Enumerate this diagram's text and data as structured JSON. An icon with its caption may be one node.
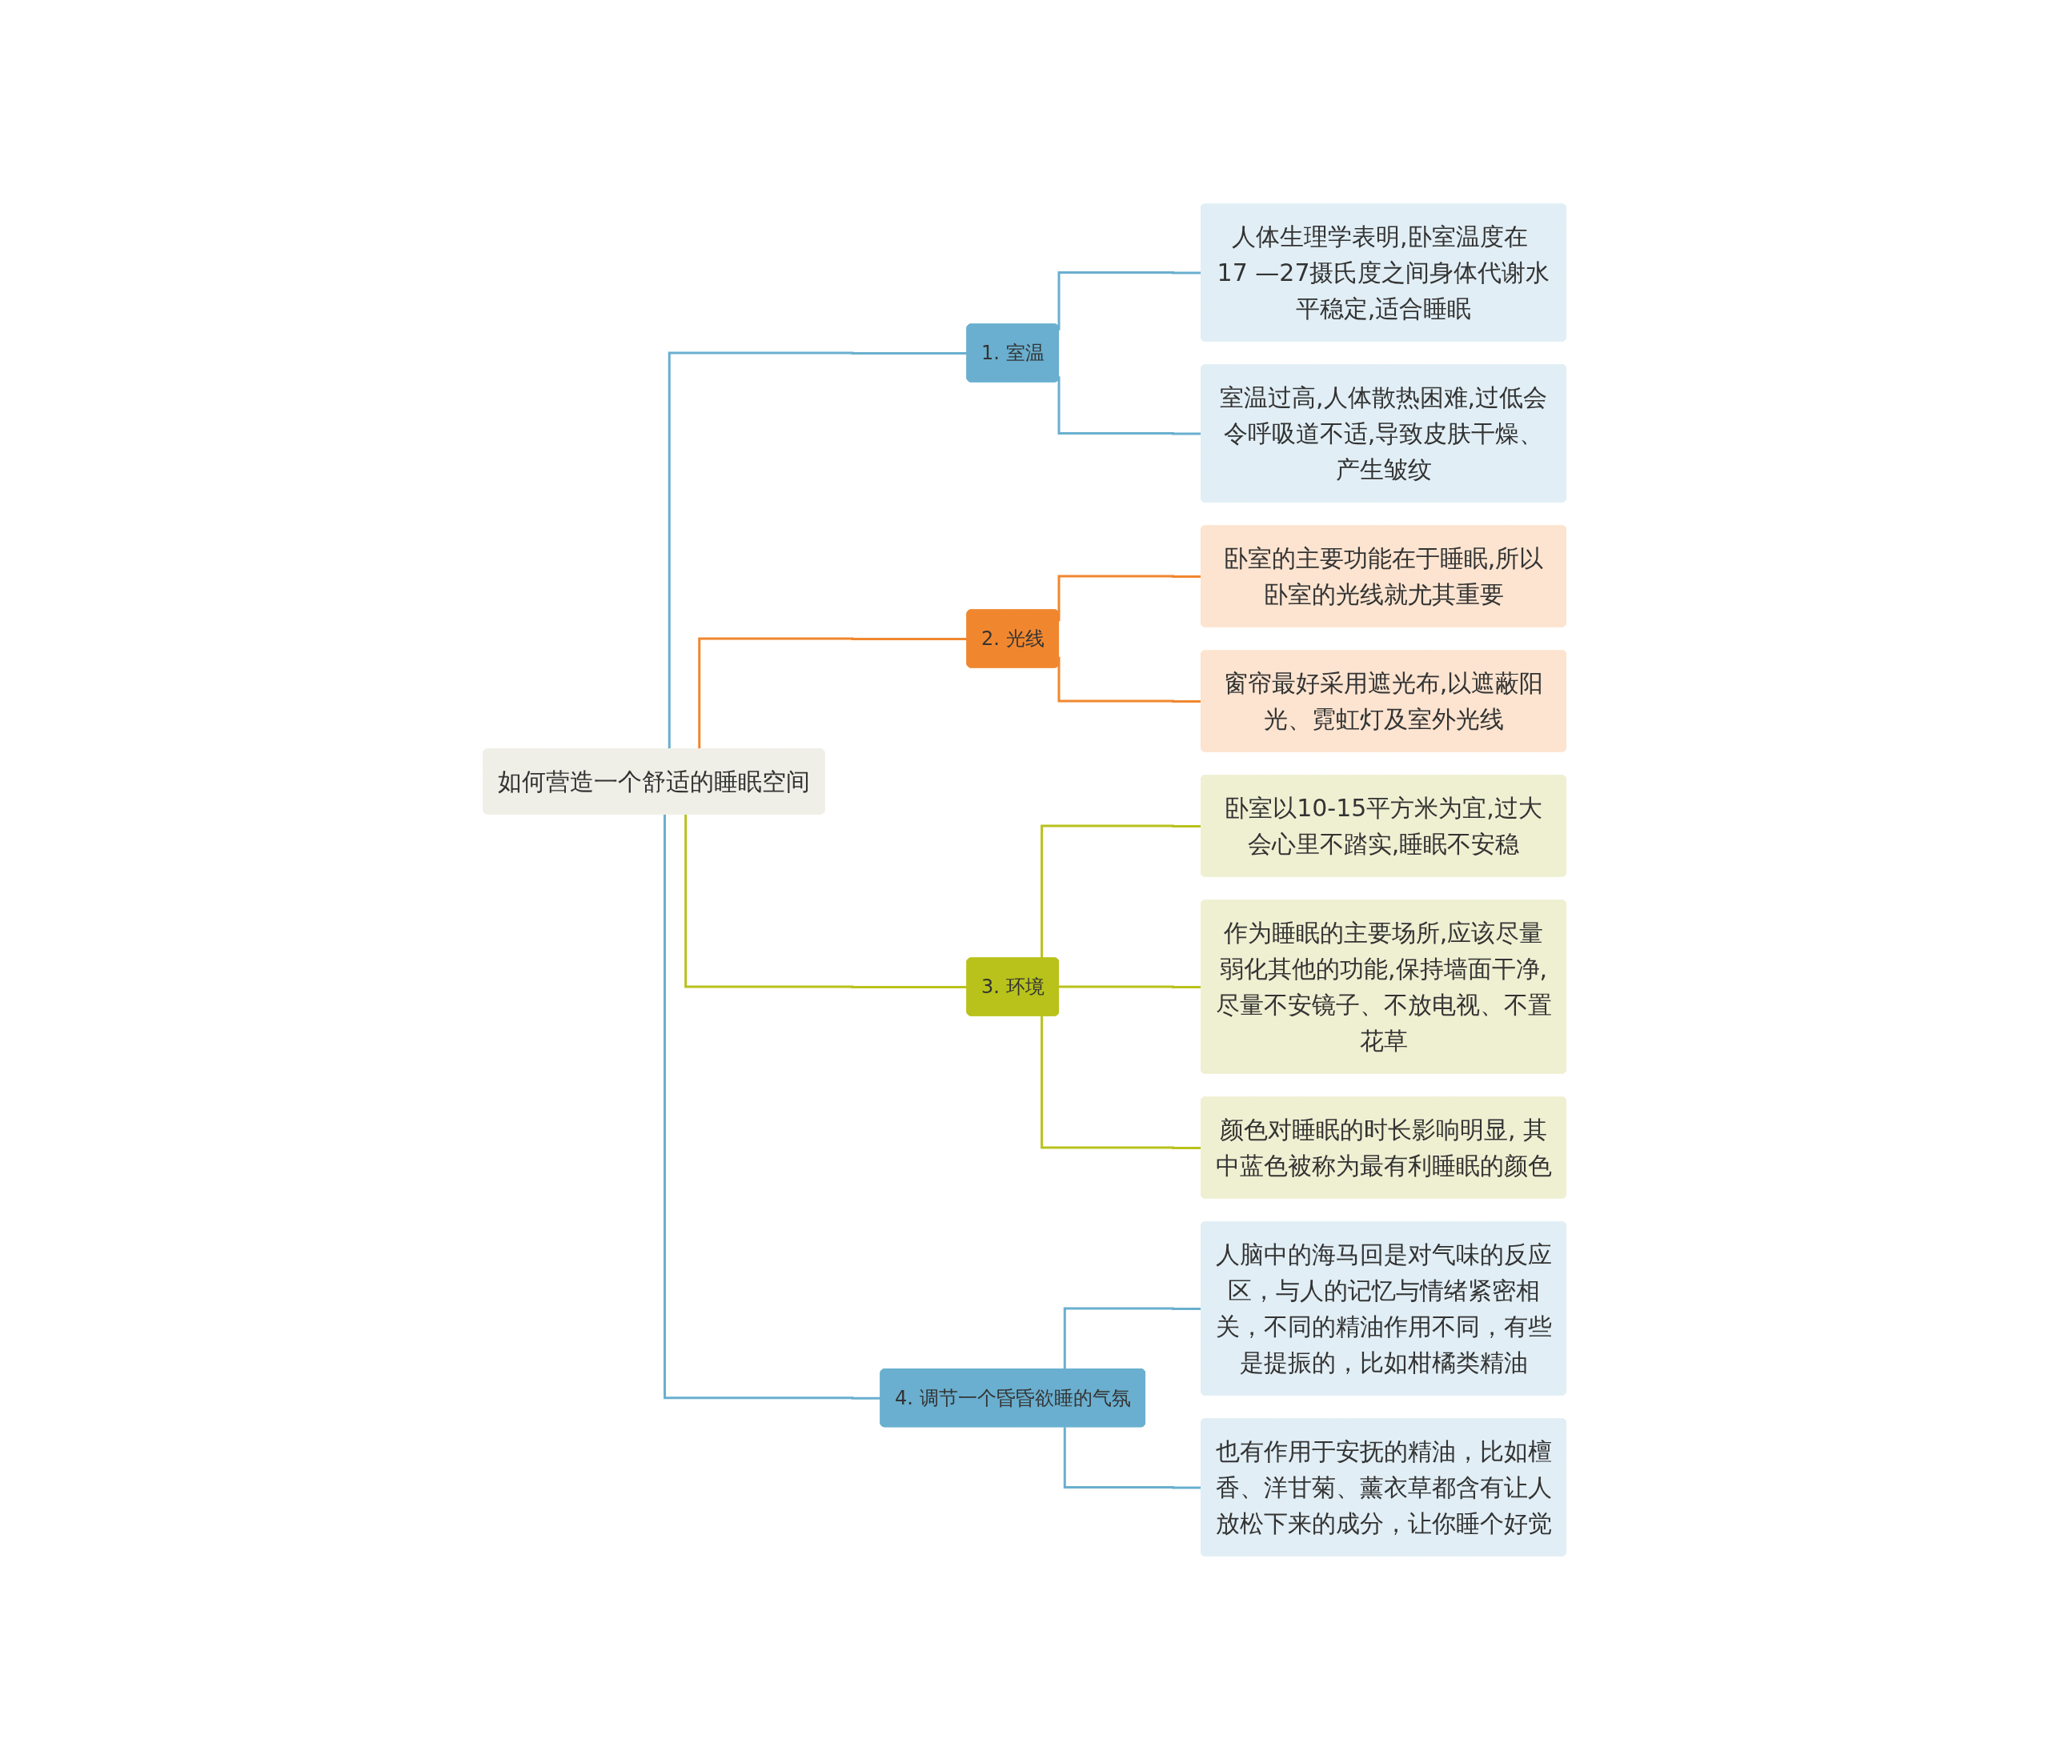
{
  "diagram": {
    "nodes": [
      {
        "text": [
          "如何营造一个舒适的睡眠空间"
        ]
      },
      {
        "text": [
          "1. 室温"
        ]
      },
      {
        "text": [
          "人体生理学表明,卧室温度在 17 —27摄氏度之间身体代谢水平稳定,适合睡眠"
        ]
      },
      {
        "text": [
          "室温过高,人体散热困难,过低会令呼吸道不适,导致皮肤干燥、产生皱纹"
        ]
      },
      {
        "text": [
          "2. 光线"
        ]
      },
      {
        "text": [
          "卧室的主要功能在于睡眠,所以卧室的光线就尤其重要"
        ]
      },
      {
        "text": [
          "窗帘最好采用遮光布,以遮蔽阳光、霓虹灯及室外光线"
        ]
      },
      {
        "text": [
          "3. 环境"
        ]
      },
      {
        "text": [
          "卧室以10-15平方米为宜,过大会心里不踏实,睡眠不安稳"
        ]
      },
      {
        "text": [
          "作为睡眠的主要场所,应该尽量弱化其他的功能,保持墙面干净,尽量不安镜子、不放电视、不置花草"
        ]
      },
      {
        "text": [
          "颜色对睡眠的时长影响明显, 其中蓝色被称为最有利睡眠的颜色"
        ]
      },
      {
        "text": [
          "4. 调节一个昏昏欲睡的气氛"
        ]
      },
      {
        "text": [
          "人脑中的海马回是对气味的反应区，与人的记忆与情绪紧密相关，不同的精油作用不同，有些是提振的，比如柑橘类精油"
        ]
      },
      {
        "text": [
          "也有作用于安抚的精油，比如檀香、洋甘菊、薰衣草都含有让人放松下来的成分，让你睡个好觉"
        ]
      }
    ],
    "edges": [
      {
        "from": 0,
        "to": 1,
        "arrow": "none"
      },
      {
        "from": 1,
        "to": 2,
        "arrow": "none"
      },
      {
        "from": 1,
        "to": 3,
        "arrow": "none"
      },
      {
        "from": 0,
        "to": 4,
        "arrow": "none",
        "color": "#f0872f"
      },
      {
        "from": 4,
        "to": 5,
        "arrow": "none",
        "color": "#f0872f"
      },
      {
        "from": 4,
        "to": 6,
        "arrow": "none",
        "color": "#f0872f"
      },
      {
        "from": 0,
        "to": 7,
        "arrow": "none",
        "color": "#b8c21b"
      },
      {
        "from": 7,
        "to": 8,
        "arrow": "none",
        "color": "#b8c21b"
      },
      {
        "from": 7,
        "to": 9,
        "arrow": "none",
        "color": "#b8c21b"
      },
      {
        "from": 7,
        "to": 10,
        "arrow": "none",
        "color": "#b8c21b"
      },
      {
        "from": 0,
        "to": 11,
        "arrow": "none"
      },
      {
        "from": 11,
        "to": 12,
        "arrow": "none"
      },
      {
        "from": 11,
        "to": 13,
        "arrow": "none"
      }
    ]
  }
}
